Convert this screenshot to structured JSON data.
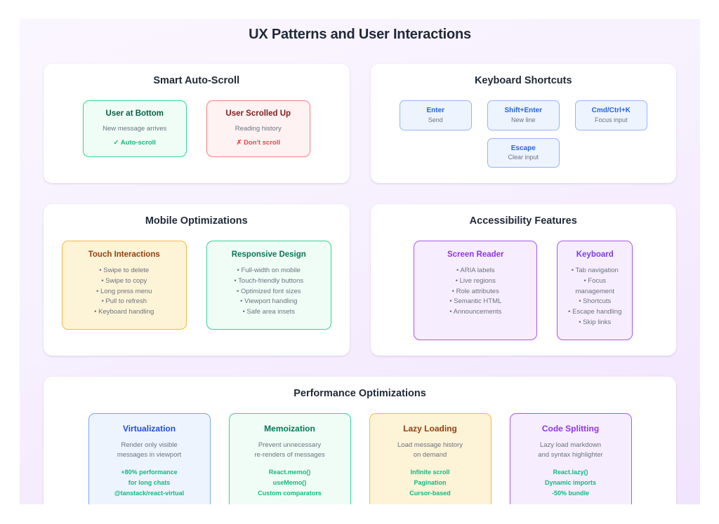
{
  "page": {
    "title": "UX Patterns and User Interactions",
    "background_start": "#faf6ff",
    "background_end": "#f1e4fd"
  },
  "sections": {
    "auto_scroll": {
      "title": "Smart Auto-Scroll",
      "boxes": [
        {
          "title": "User at Bottom",
          "line": "New message arrives",
          "result": "✓ Auto-scroll",
          "accent": "#10b981"
        },
        {
          "title": "User Scrolled Up",
          "line": "Reading history",
          "result": "✗ Don't scroll",
          "accent": "#ef4444"
        }
      ]
    },
    "keyboard_shortcuts": {
      "title": "Keyboard Shortcuts",
      "accent": "#2563eb",
      "row1": [
        {
          "combo": "Enter",
          "desc": "Send"
        },
        {
          "combo": "Shift+Enter",
          "desc": "New line"
        },
        {
          "combo": "Cmd/Ctrl+K",
          "desc": "Focus input"
        }
      ],
      "row2": [
        {
          "combo": "Escape",
          "desc": "Clear input"
        }
      ]
    },
    "mobile": {
      "title": "Mobile Optimizations",
      "boxes": [
        {
          "title": "Touch Interactions",
          "accent": "#92400e",
          "items": [
            "• Swipe to delete",
            "• Swipe to copy",
            "• Long press menu",
            "• Pull to refresh",
            "• Keyboard handling"
          ]
        },
        {
          "title": "Responsive Design",
          "accent": "#047857",
          "items": [
            "• Full-width on mobile",
            "• Touch-friendly buttons",
            "• Optimized font sizes",
            "• Viewport handling",
            "• Safe area insets"
          ]
        }
      ]
    },
    "accessibility": {
      "title": "Accessibility Features",
      "boxes": [
        {
          "title": "Screen Reader",
          "accent": "#9333ea",
          "items": [
            "• ARIA labels",
            "• Live regions",
            "• Role attributes",
            "• Semantic HTML",
            "• Announcements"
          ]
        },
        {
          "title": "Keyboard",
          "accent": "#7c3aed",
          "items": [
            "• Tab navigation",
            "• Focus management",
            "• Shortcuts",
            "• Escape handling",
            "• Skip links"
          ]
        }
      ]
    },
    "performance": {
      "title": "Performance Optimizations",
      "metric_color": "#10b981",
      "boxes": [
        {
          "title": "Virtualization",
          "accent": "#1d4ed8",
          "desc": [
            "Render only visible",
            "messages in viewport"
          ],
          "metrics": [
            "+80% performance",
            "for long chats",
            "@tanstack/react-virtual"
          ]
        },
        {
          "title": "Memoization",
          "accent": "#047857",
          "desc": [
            "Prevent unnecessary",
            "re-renders of messages"
          ],
          "metrics": [
            "React.memo()",
            "useMemo()",
            "Custom comparators"
          ]
        },
        {
          "title": "Lazy Loading",
          "accent": "#92400e",
          "desc": [
            "Load message history",
            "on demand"
          ],
          "metrics": [
            "Infinite scroll",
            "Pagination",
            "Cursor-based"
          ]
        },
        {
          "title": "Code Splitting",
          "accent": "#9333ea",
          "desc": [
            "Lazy load markdown",
            "and syntax highlighter"
          ],
          "metrics": [
            "React.lazy()",
            "Dynamic imports",
            "-50% bundle"
          ]
        }
      ]
    }
  }
}
